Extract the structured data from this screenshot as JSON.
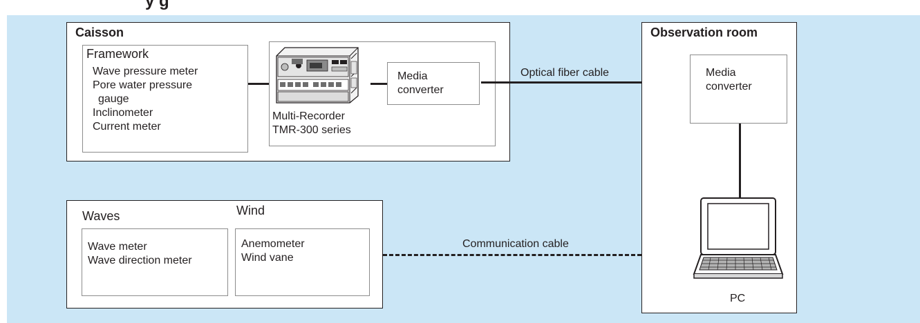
{
  "header_fragment": "y                    g",
  "caisson": {
    "title": "Caisson",
    "framework": {
      "heading": "Framework",
      "items": [
        "Wave pressure meter",
        "Pore water pressure",
        "gauge",
        "Inclinometer",
        "Current meter"
      ]
    },
    "recorder": {
      "line1": "Multi-Recorder",
      "line2": "TMR-300 series"
    },
    "media_converter": {
      "line1": "Media",
      "line2": "converter"
    }
  },
  "optical_cable_label": "Optical fiber cable",
  "observation_room": {
    "title": "Observation room",
    "media_converter": {
      "line1": "Media",
      "line2": "converter"
    },
    "pc_label": "PC"
  },
  "waves": {
    "heading": "Waves",
    "items": [
      "Wave meter",
      "Wave direction meter"
    ]
  },
  "wind": {
    "heading": "Wind",
    "items": [
      "Anemometer",
      "Wind vane"
    ]
  },
  "communication_cable_label": "Communication cable",
  "colors": {
    "background": "#cbe6f6",
    "box": "#ffffff",
    "stroke": "#231f20",
    "inner_border": "#8c8c8c"
  },
  "icons": [
    "multi-recorder-device-icon",
    "laptop-pc-icon"
  ]
}
